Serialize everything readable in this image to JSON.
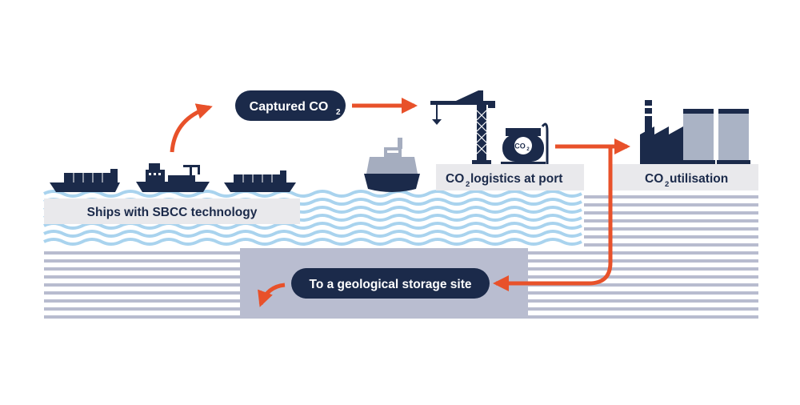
{
  "labels": {
    "captured": "Captured CO",
    "captured_sub": "2",
    "logistics_pre": "CO",
    "logistics_sub": "2",
    "logistics_post": " logistics at port",
    "utilisation_pre": "CO",
    "utilisation_sub": "2",
    "utilisation_post": " utilisation",
    "ships": "Ships with SBCC technology",
    "storage": "To a geological storage site",
    "tank_pre": "CO",
    "tank_sub": "2"
  },
  "colors": {
    "navy": "#1b2a4a",
    "orange": "#e8512a",
    "wave_light": "#a9d3ee",
    "band_gray": "#e9e9ec",
    "strata": "#b8bccf",
    "storage_block": "#b9bdd0",
    "silo": "#aab3c5"
  }
}
